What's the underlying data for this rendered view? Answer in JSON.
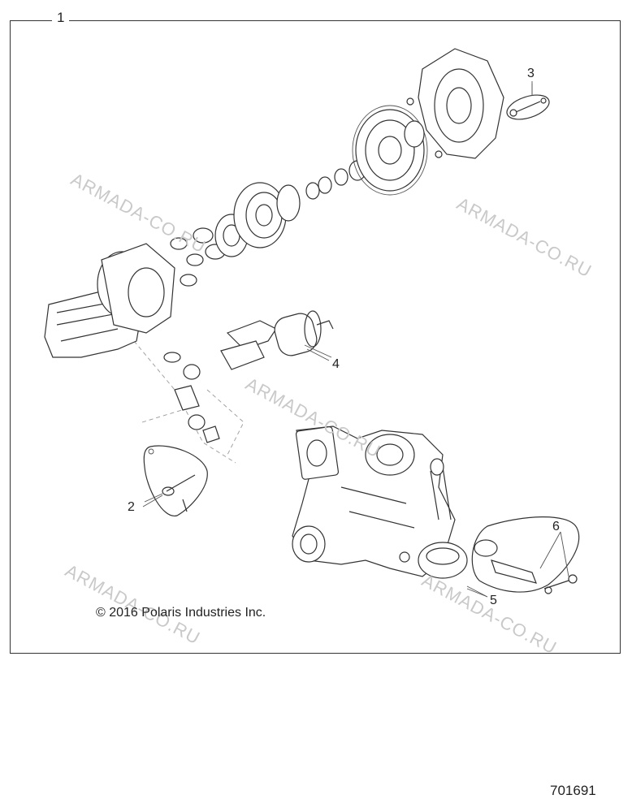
{
  "frame": {
    "label": "1"
  },
  "callouts": [
    {
      "id": "2",
      "text": "2"
    },
    {
      "id": "3",
      "text": "3"
    },
    {
      "id": "4",
      "text": "4"
    },
    {
      "id": "5",
      "text": "5"
    },
    {
      "id": "6",
      "text": "6"
    }
  ],
  "watermark": "ARMADA-CO.RU",
  "copyright": "© 2016 Polaris Industries Inc.",
  "drawing_number": "701691"
}
